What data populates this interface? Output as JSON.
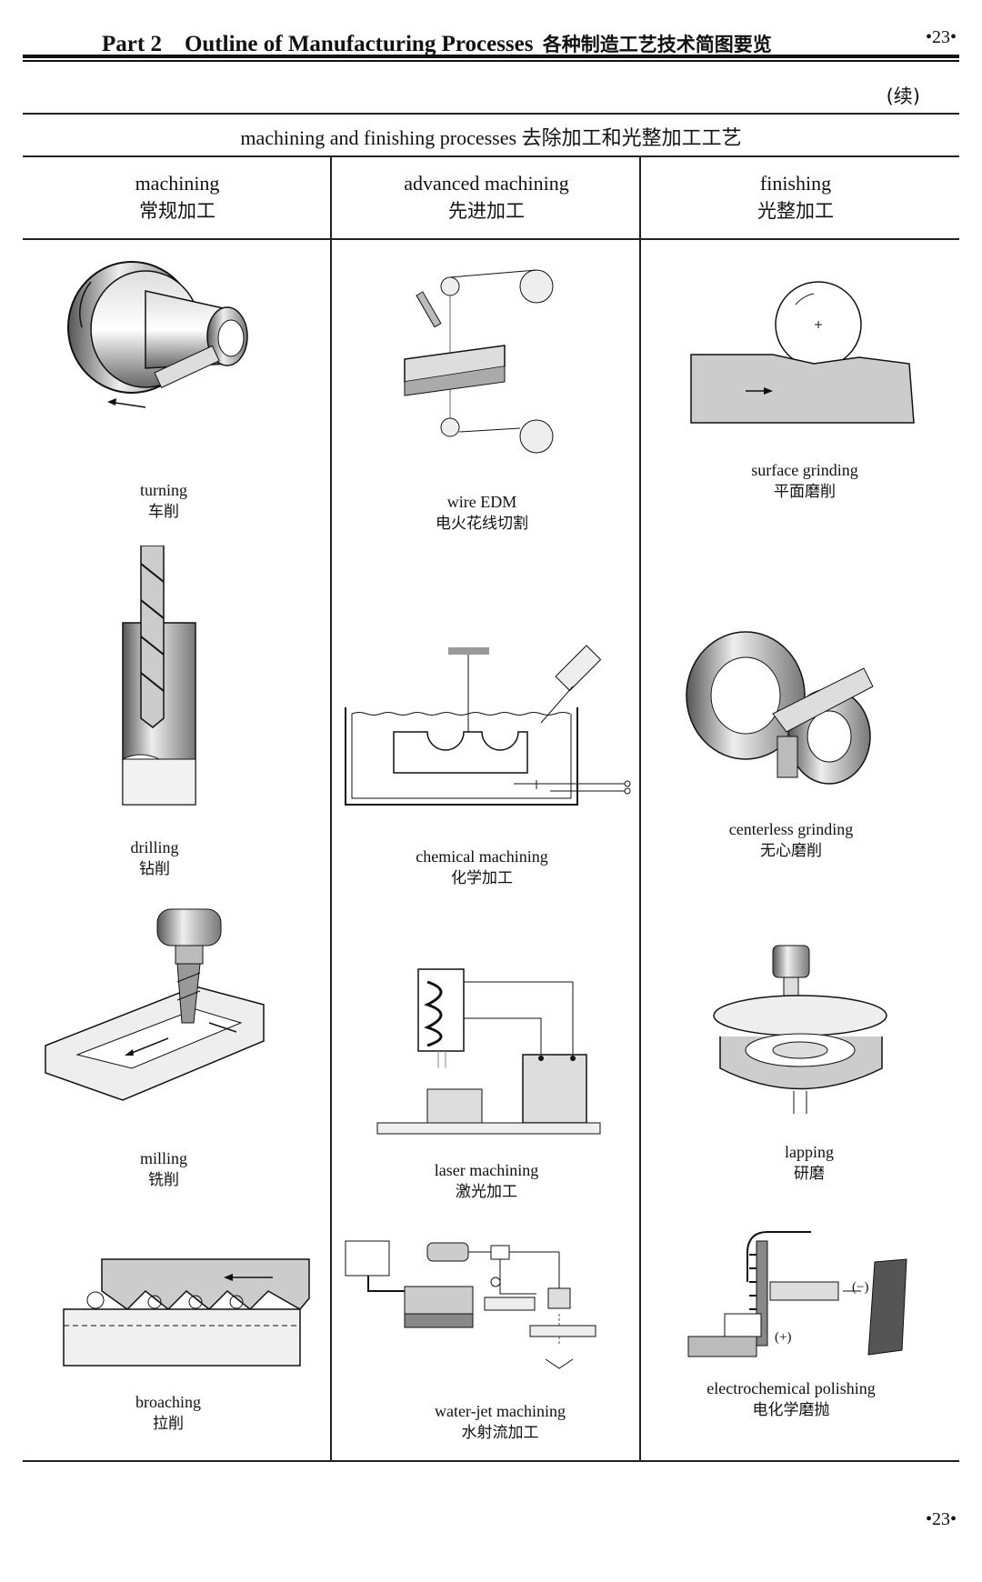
{
  "header": {
    "title_en": "Part 2　Outline of Manufacturing Processes",
    "title_zh": "各种制造工艺技术简图要览",
    "page_number": "•23•"
  },
  "continued_label": "(续)",
  "section_title": "machining and finishing processes 去除加工和光整加工工艺",
  "columns": [
    {
      "en": "machining",
      "zh": "常规加工"
    },
    {
      "en": "advanced machining",
      "zh": "先进加工"
    },
    {
      "en": "finishing",
      "zh": "光整加工"
    }
  ],
  "processes": {
    "turning": {
      "en": "turning",
      "zh": "车削"
    },
    "drilling": {
      "en": "drilling",
      "zh": "钻削"
    },
    "milling": {
      "en": "milling",
      "zh": "铣削"
    },
    "broaching": {
      "en": "broaching",
      "zh": "拉削"
    },
    "wire_edm": {
      "en": "wire EDM",
      "zh": "电火花线切割"
    },
    "chemical": {
      "en": "chemical machining",
      "zh": "化学加工"
    },
    "laser": {
      "en": "laser machining",
      "zh": "激光加工"
    },
    "waterjet": {
      "en": "water-jet machining",
      "zh": "水射流加工"
    },
    "surface_grinding": {
      "en": "surface grinding",
      "zh": "平面磨削"
    },
    "centerless": {
      "en": "centerless grinding",
      "zh": "无心磨削"
    },
    "lapping": {
      "en": "lapping",
      "zh": "研磨"
    },
    "ecp": {
      "en": "electrochemical polishing",
      "zh": "电化学磨抛",
      "minus": "(−)",
      "plus": "(+)"
    }
  },
  "footer": {
    "page_number": "•23•"
  }
}
